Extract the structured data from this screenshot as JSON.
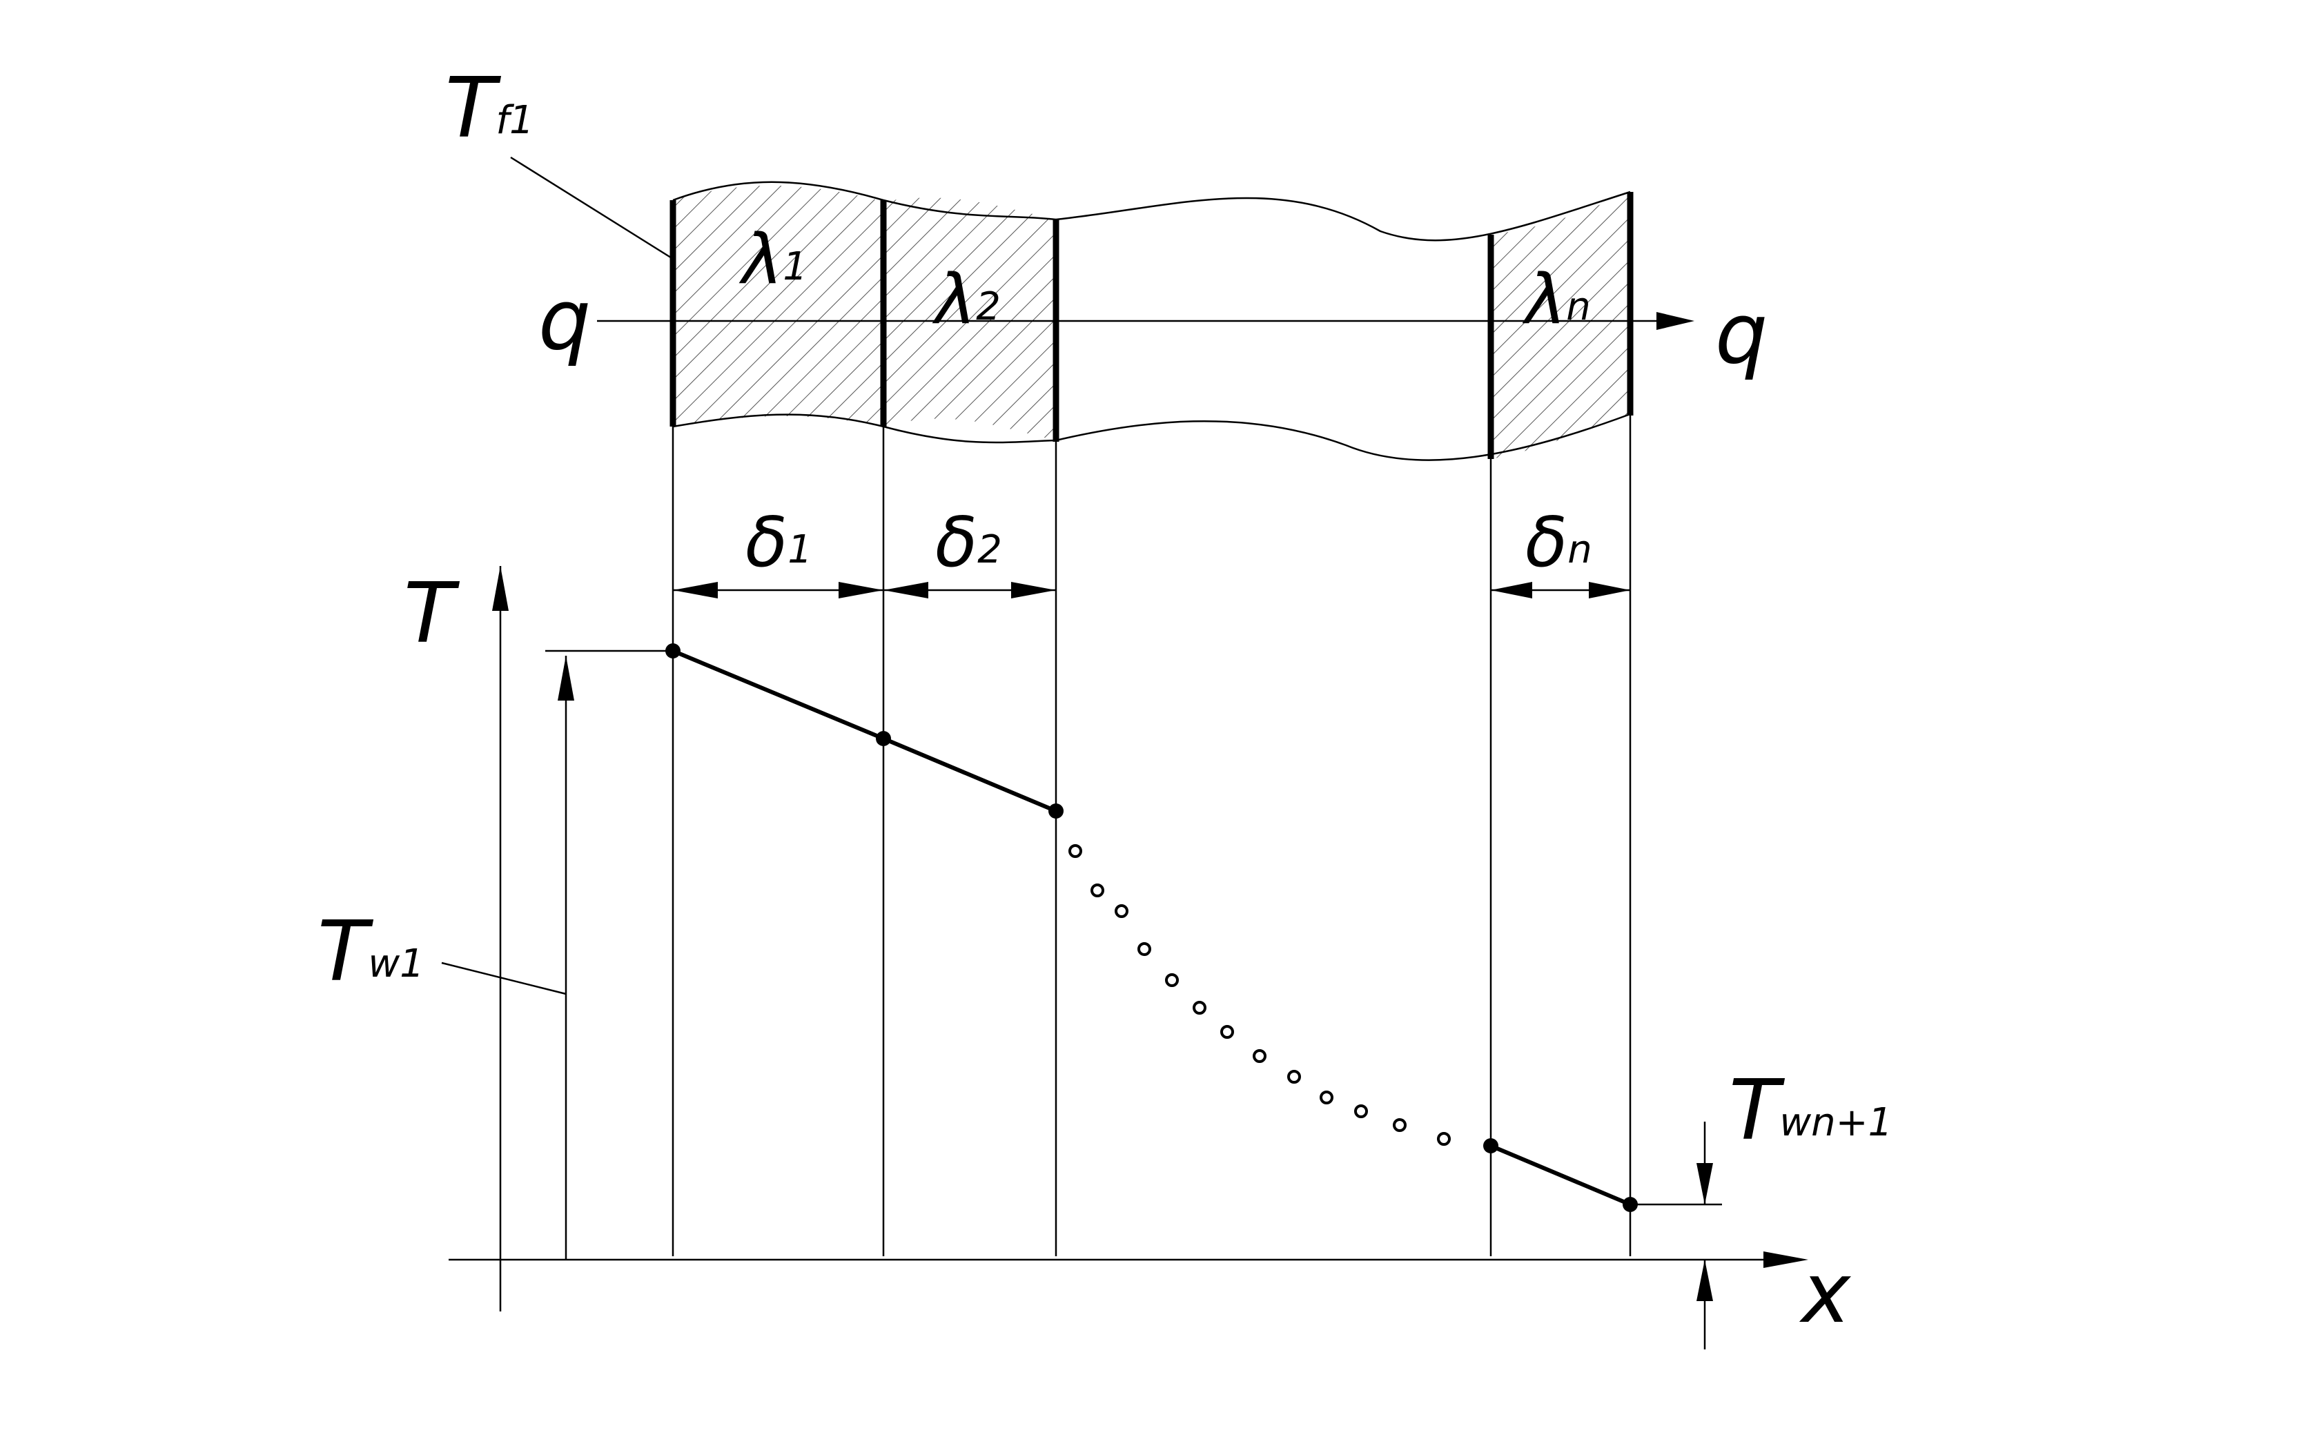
{
  "labels": {
    "Tf1": {
      "main": "T",
      "sub": "f1"
    },
    "q_left": "q",
    "q_right": "q",
    "lambda1": {
      "main": "λ",
      "sub": "1"
    },
    "lambda2": {
      "main": "λ",
      "sub": "2"
    },
    "lambdan": {
      "main": "λ",
      "sub": "n"
    },
    "delta1": {
      "main": "δ",
      "sub": "1"
    },
    "delta2": {
      "main": "δ",
      "sub": "2"
    },
    "deltan": {
      "main": "δ",
      "sub": "n"
    },
    "T_axis": "T",
    "Tw1": {
      "main": "T",
      "sub": "w1"
    },
    "Twn1": {
      "main": "T",
      "sub": "wn+1"
    },
    "x_axis": "x"
  },
  "colors": {
    "line": "#000000",
    "hatch": "#555555",
    "background": "#ffffff"
  }
}
